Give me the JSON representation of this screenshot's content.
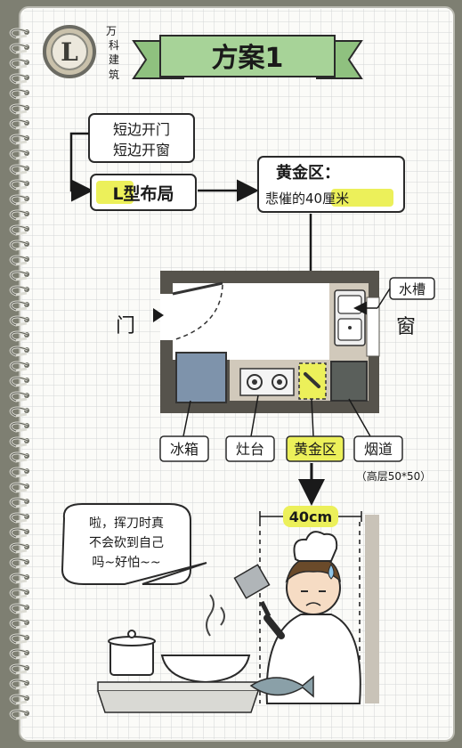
{
  "brand": {
    "logo_letter": "L",
    "chars": [
      "万",
      "科",
      "建",
      "筑"
    ]
  },
  "banner": {
    "title": "方案1"
  },
  "flow": {
    "options": [
      "短边开门",
      "短边开窗"
    ],
    "layout_label": "L型布局",
    "golden_zone_title": "黄金区：",
    "golden_zone_note": "悲催的40厘米"
  },
  "plan": {
    "door": "门",
    "window": "窗",
    "sink": "水槽",
    "fridge": "冰箱",
    "stove": "灶台",
    "golden_zone": "黄金区",
    "flue": "烟道",
    "flue_size": "（高层50*50）"
  },
  "scene": {
    "width_label": "40cm",
    "speech": [
      "啦，挥刀时真",
      "不会砍到自己",
      "吗~好怕~~"
    ]
  },
  "colors": {
    "paper": "#fbfbf8",
    "grid": "#d3d6d6",
    "highlight": "#ecf05a",
    "banner": "#a7d398",
    "wall": "#56534c",
    "counter": "#d1c9bb",
    "fridge": "#7e93ab",
    "flue": "#5a5f5b"
  }
}
